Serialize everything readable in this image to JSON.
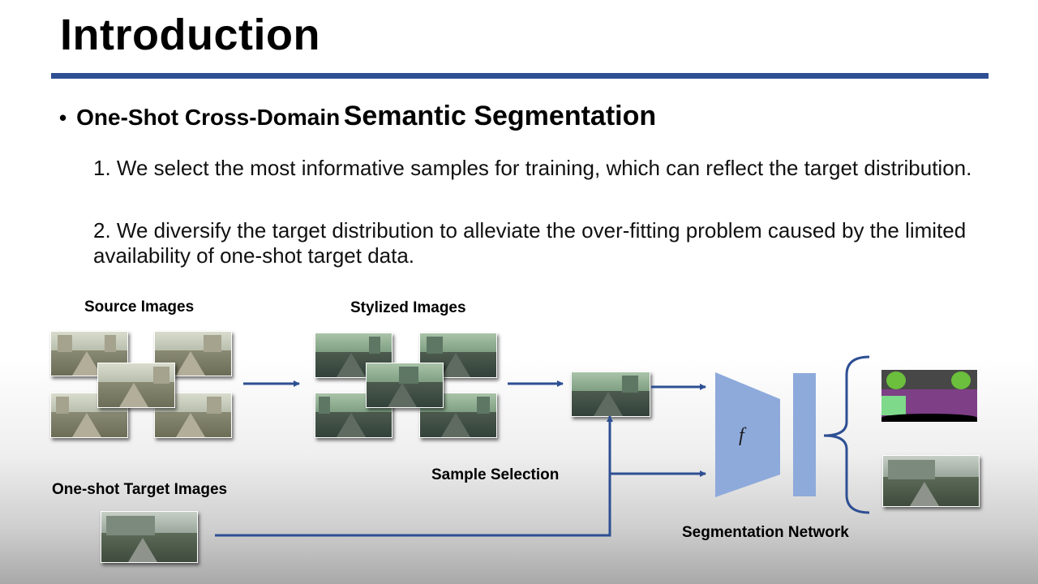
{
  "slide": {
    "title": "Introduction",
    "bullet_prefix": "One-Shot Cross-Domain",
    "bullet_suffix": "Semantic Segmentation",
    "point1": "1. We select the most informative samples for training, which can reflect the target distribution.",
    "point2": "2. We diversify the target distribution to alleviate the over-fitting problem caused by the limited availability of one-shot target data."
  },
  "diagram": {
    "labels": {
      "source_images": "Source Images",
      "stylized_images": "Stylized Images",
      "one_shot_target_images": "One-shot Target Images",
      "sample_selection": "Sample Selection",
      "segmentation_network": "Segmentation Network"
    },
    "network_symbol": "f"
  },
  "colors": {
    "accent_rule": "#2e4f93",
    "arrow": "#2e4f93",
    "network_block": "#8eaadb"
  }
}
